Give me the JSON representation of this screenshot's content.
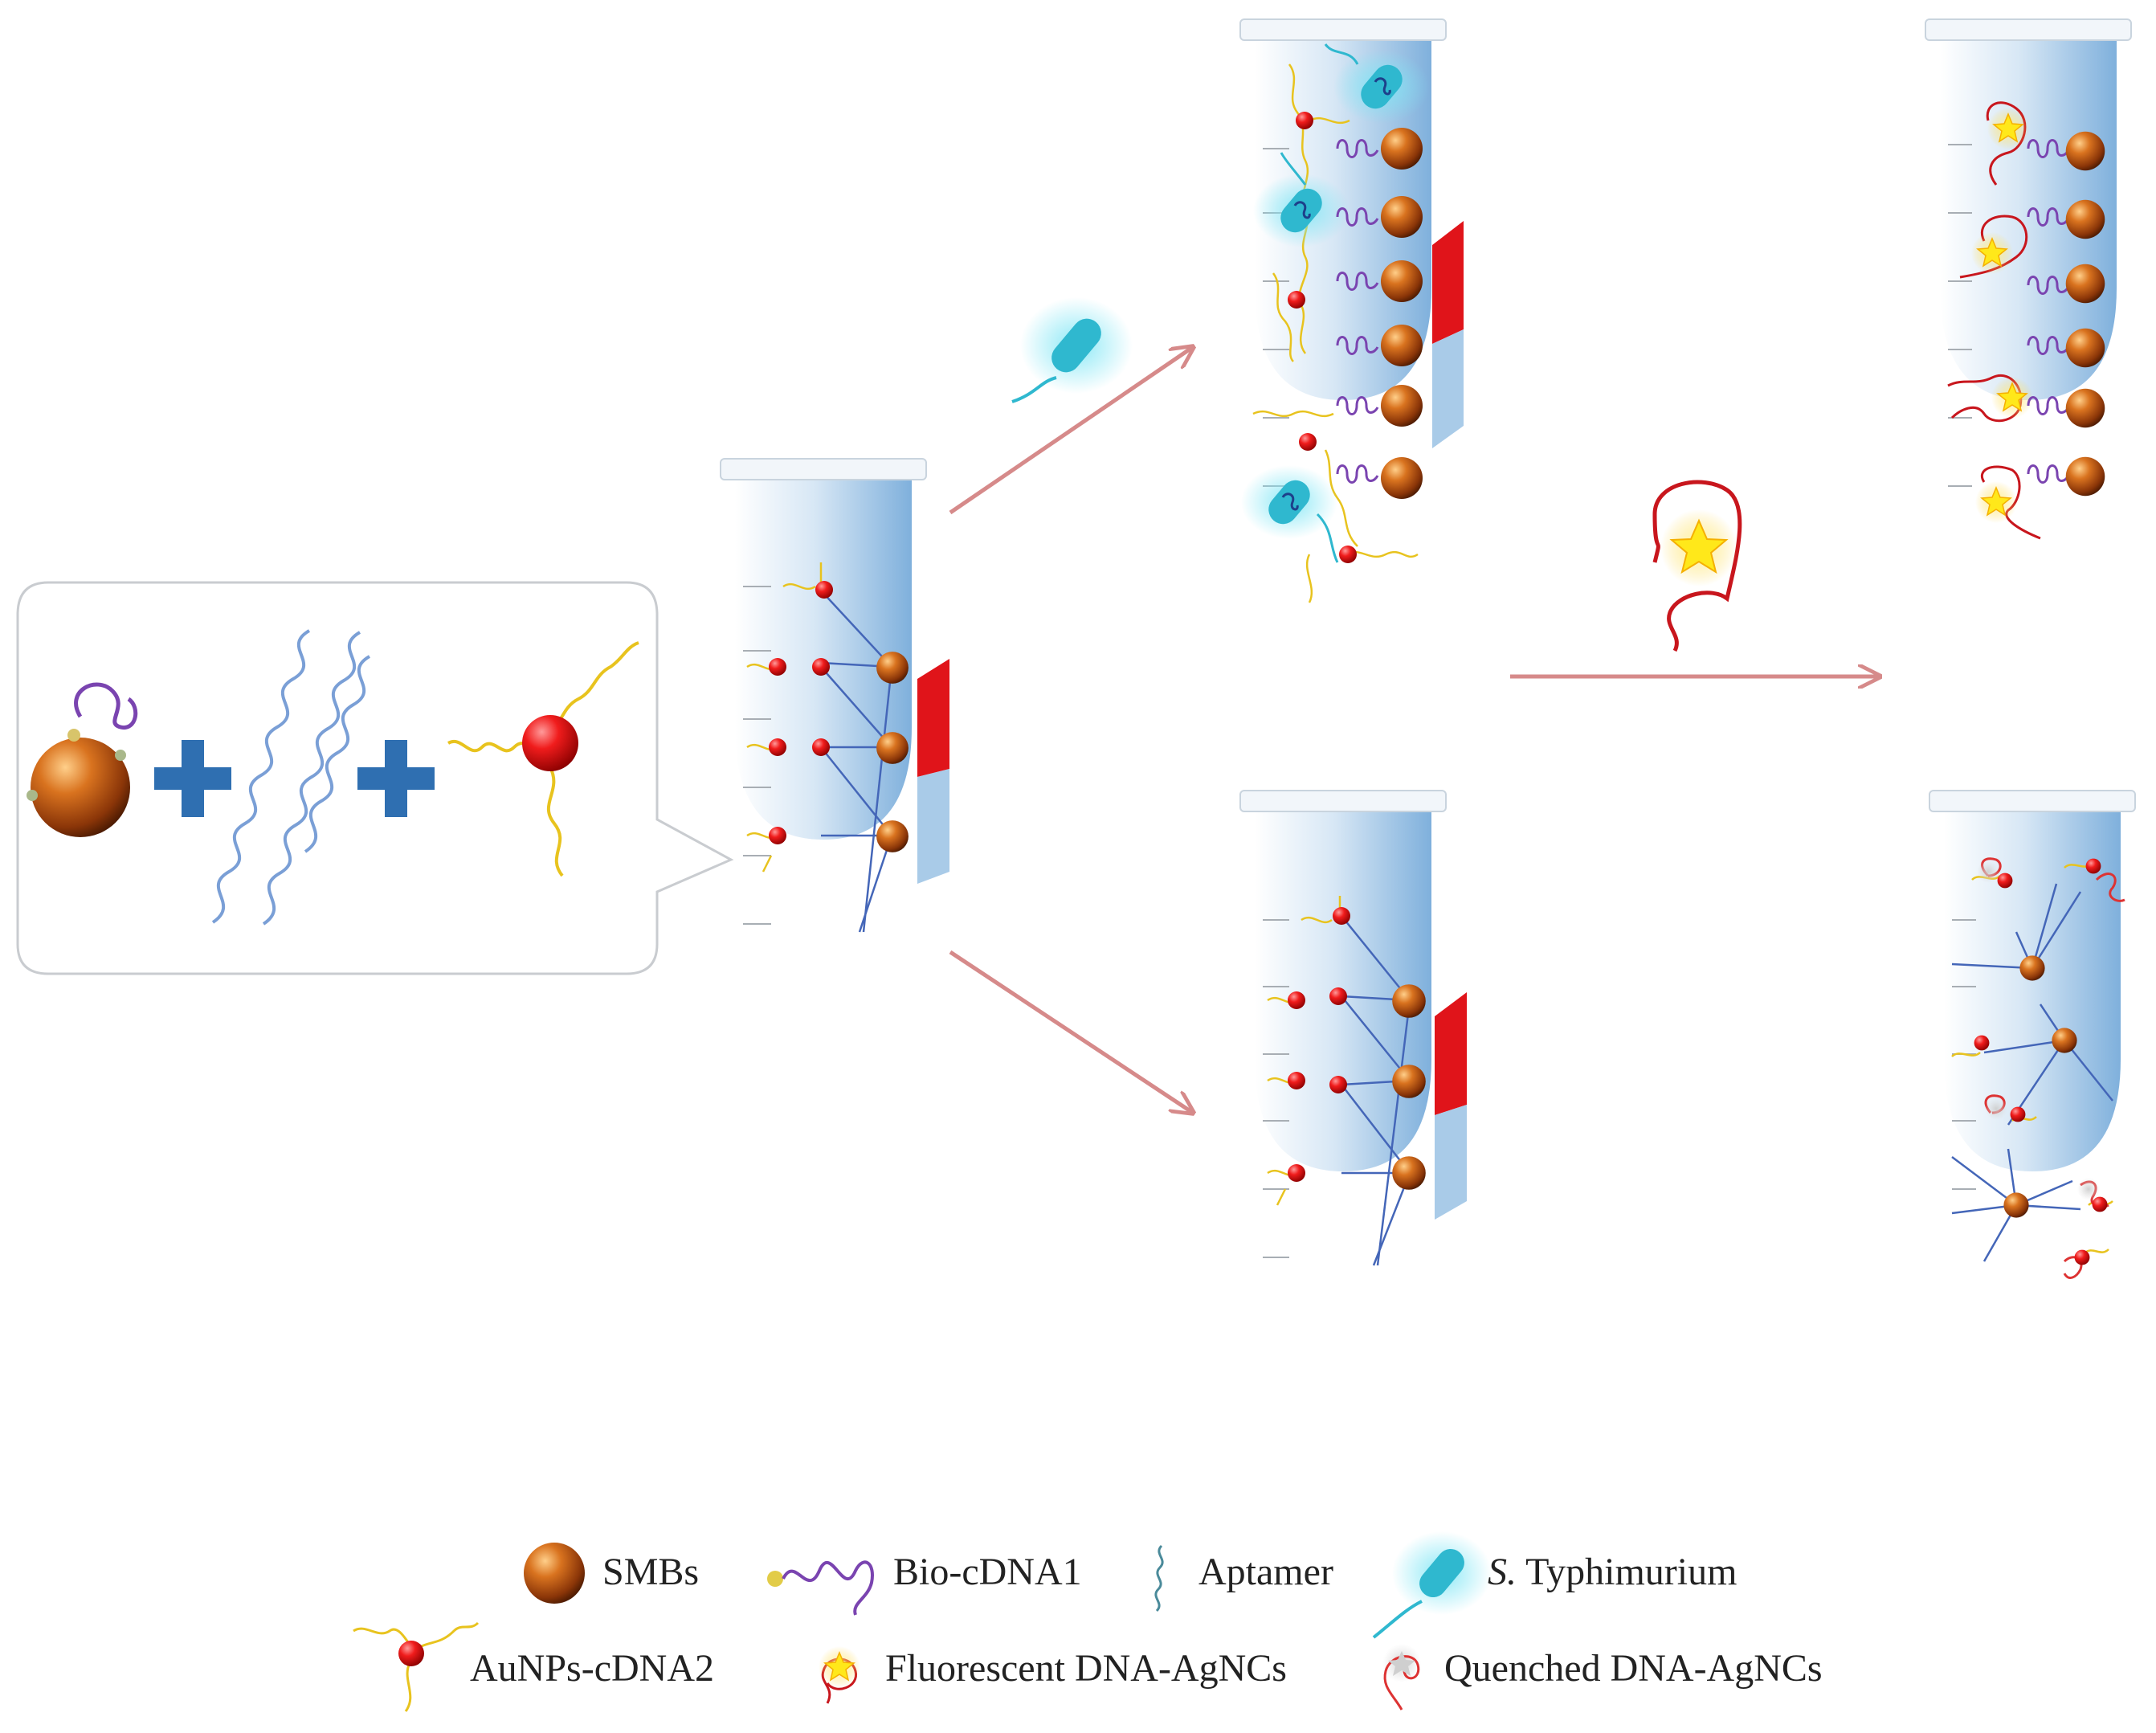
{
  "legend": {
    "smbs": "SMBs",
    "bio_cdna1": "Bio-cDNA1",
    "aptamer": "Aptamer",
    "s_typhimurium_italic": "S.",
    "s_typhimurium_rest": " Typhimurium",
    "aunps_cdna2": "AuNPs-cDNA2",
    "fluorescent": "Fluorescent DNA-AgNCs",
    "quenched": "Quenched DNA-AgNCs"
  },
  "colors": {
    "tube_blue": "#9cc3e6",
    "arrow": "#d68a8a",
    "smb_orange": "#b8520f",
    "aunp_red": "#e0141a",
    "magnet_red": "#e0141a",
    "magnet_blue": "#a9cbe8",
    "plus_blue": "#2f6fb1",
    "bacterium_cyan": "#2fb8cf",
    "star_yellow": "#ffe81a",
    "linker_yellow": "#e8c31e",
    "aptamer_blue": "#4466b8",
    "cdna1_purple": "#7a44b0"
  },
  "icons": [
    "smb-bead-icon",
    "bio-cdna1-icon",
    "aptamer-icon",
    "bacterium-icon",
    "aunp-cdna2-icon",
    "fluorescent-agnc-icon",
    "quenched-agnc-icon",
    "magnet-icon",
    "plus-icon"
  ]
}
